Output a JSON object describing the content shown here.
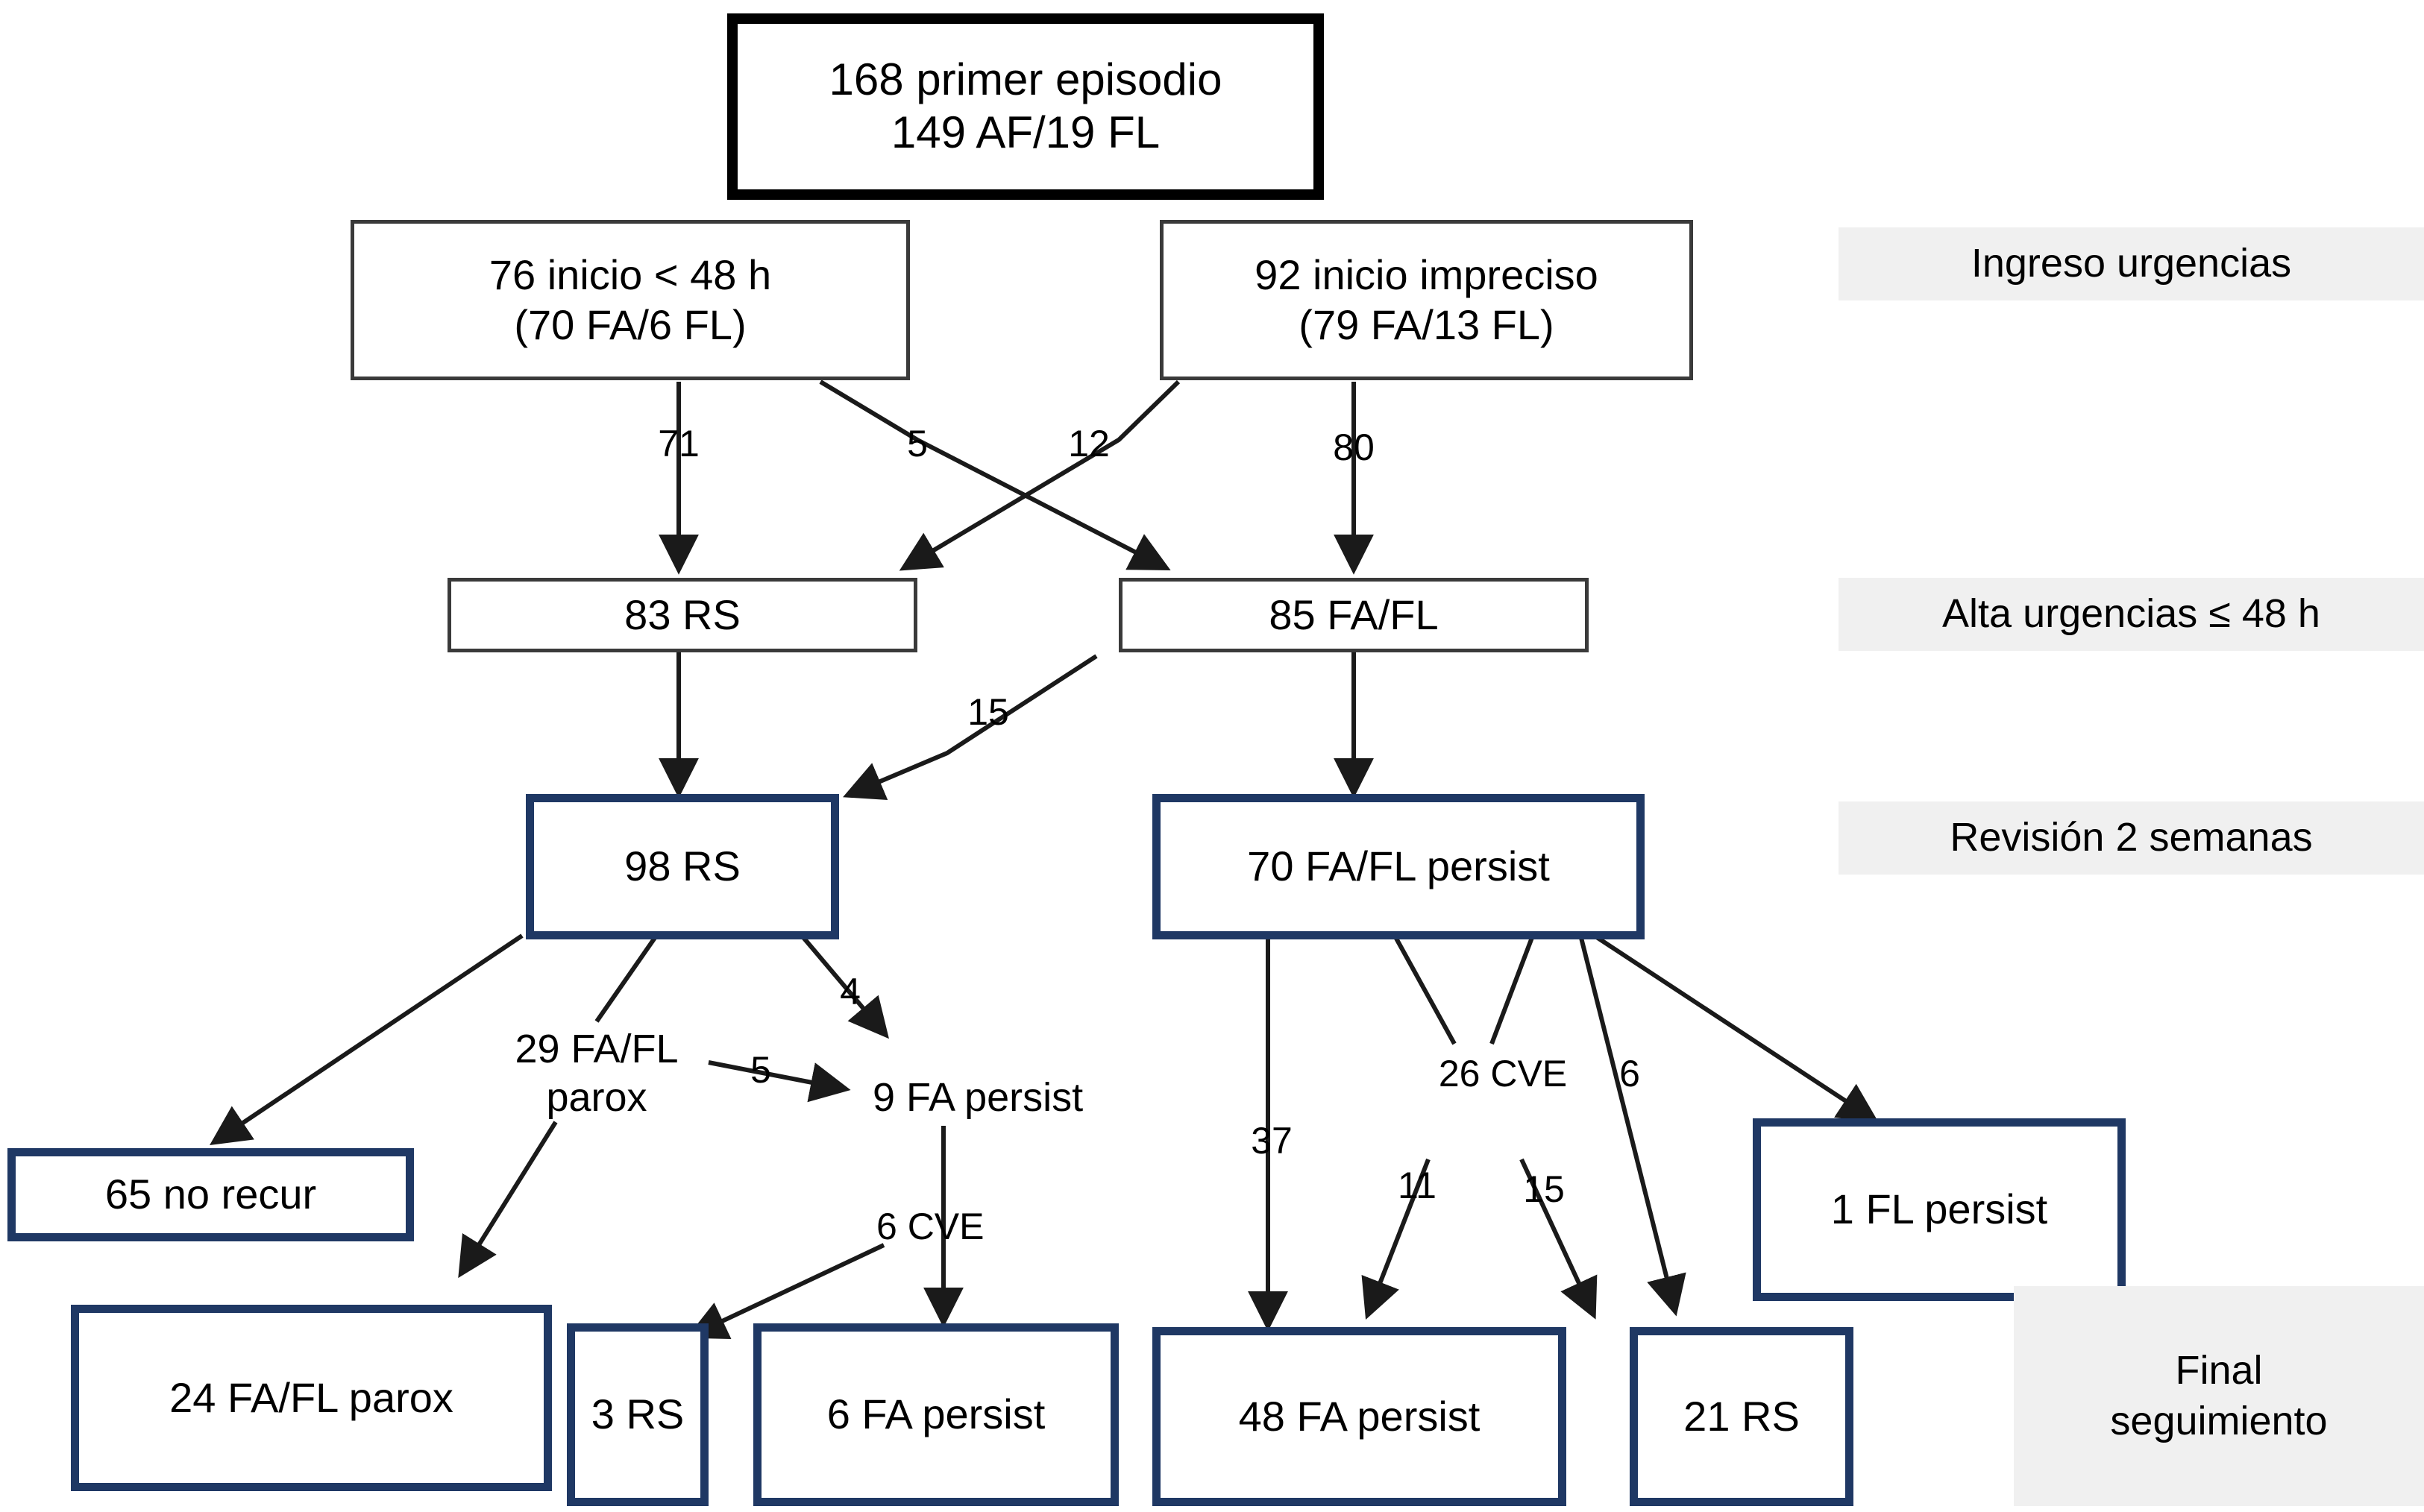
{
  "diagram": {
    "title": "Flujo de pacientes con primer episodio de FA/FL",
    "colors": {
      "root_border": "#000000",
      "plain_border": "#3a3a3a",
      "blue_border": "#1f3864",
      "stage_band": "#f0f0f0",
      "edge": "#1a1a1a",
      "background": "#ffffff"
    }
  },
  "nodes": {
    "root": "168 primer episodio\n149 AF/19 FL",
    "inicio_48h": "76 inicio < 48 h\n(70 FA/6 FL)",
    "inicio_impreciso": "92 inicio impreciso\n(79 FA/13 FL)",
    "rs_83": "83 RS",
    "fafl_85": "85 FA/FL",
    "rs_98": "98 RS",
    "fafl_persist_70": "70 FA/FL persist",
    "no_recur_65": "65 no recur",
    "parox_24": "24 FA/FL parox",
    "rs_3": "3 RS",
    "fa_persist_6": "6 FA persist",
    "fa_persist_48": "48 FA persist",
    "rs_21": "21 RS",
    "fl_persist_1": "1 FL persist"
  },
  "free_nodes": {
    "parox_29": "29 FA/FL\nparox",
    "fa_persist_9": "9 FA persist"
  },
  "edge_labels": {
    "e71": "71",
    "e5_cross": "5",
    "e12": "12",
    "e80": "80",
    "e15_top": "15",
    "e4": "4",
    "e5_small": "5",
    "e6cve": "6 CVE",
    "e37": "37",
    "e26cve": "26 CVE",
    "e11": "11",
    "e6": "6",
    "e15_bottom": "15"
  },
  "stages": {
    "s1": "Ingreso urgencias",
    "s2": "Alta urgencias ≤ 48 h",
    "s3": "Revisión 2 semanas",
    "s4": "Final\nseguimiento"
  }
}
